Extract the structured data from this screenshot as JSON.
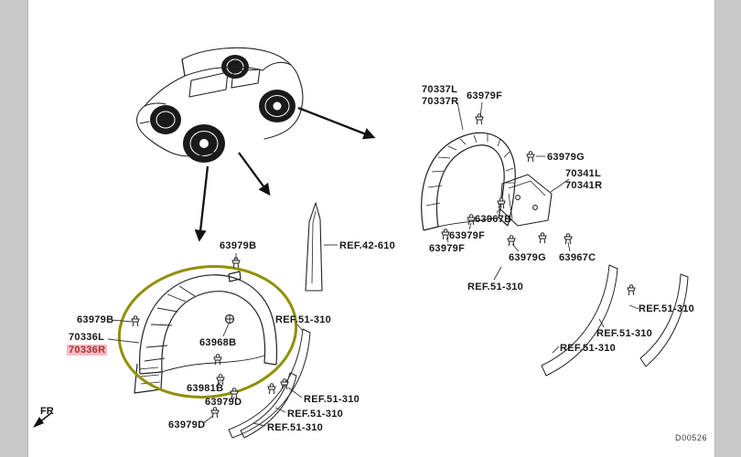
{
  "canvas": {
    "orientation_label": "FR",
    "diagram_code": "D00526",
    "selected_part": "70336R"
  },
  "colors": {
    "line": "#1f1f1f",
    "selection_circle": "#8f9000",
    "highlight_bg": "#f6b9c3",
    "highlight_text": "#a93434",
    "page_bg": "#ffffff",
    "outer_bg": "#c9c9c9"
  },
  "icons": {
    "fastener_clip": "push-clip-icon",
    "fr_arrow": "arrow-down-left-icon",
    "pointer_arrow": "callout-arrow-icon"
  },
  "labels": [
    {
      "text": "70337L"
    },
    {
      "text": "70337R"
    },
    {
      "text": "63979F"
    },
    {
      "text": "63979G"
    },
    {
      "text": "70341L"
    },
    {
      "text": "70341R"
    },
    {
      "text": "63967B"
    },
    {
      "text": "63979F"
    },
    {
      "text": "63979F"
    },
    {
      "text": "63979G"
    },
    {
      "text": "63967C"
    },
    {
      "text": "REF.42-610"
    },
    {
      "text": "REF.51-310"
    },
    {
      "text": "REF.51-310"
    },
    {
      "text": "REF.51-310"
    },
    {
      "text": "REF.51-310"
    },
    {
      "text": "63979B"
    },
    {
      "text": "63979B"
    },
    {
      "text": "70336L"
    },
    {
      "text": "70336R",
      "highlighted": true
    },
    {
      "text": "63968B"
    },
    {
      "text": "REF.51-310"
    },
    {
      "text": "63981B"
    },
    {
      "text": "63979D"
    },
    {
      "text": "REF.51-310"
    },
    {
      "text": "REF.51-310"
    },
    {
      "text": "63979D"
    },
    {
      "text": "REF.51-310"
    }
  ]
}
